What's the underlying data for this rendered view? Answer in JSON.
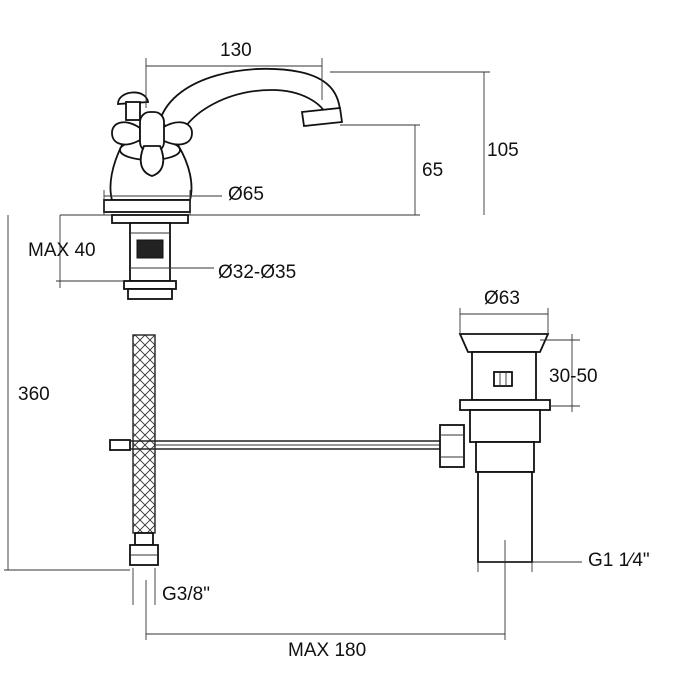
{
  "drawing": {
    "dimensions": {
      "spout_reach": "130",
      "total_height": "105",
      "spout_height": "65",
      "base_diameter": "Ø65",
      "max_deck_thickness": "MAX 40",
      "hole_diameter": "Ø32-Ø35",
      "waste_plug_diameter": "Ø63",
      "waste_thickness_range": "30-50",
      "hose_length": "360",
      "hose_thread": "G3/8\"",
      "waste_thread": "G1 1⁄4\"",
      "max_rod_distance": "MAX 180"
    }
  }
}
